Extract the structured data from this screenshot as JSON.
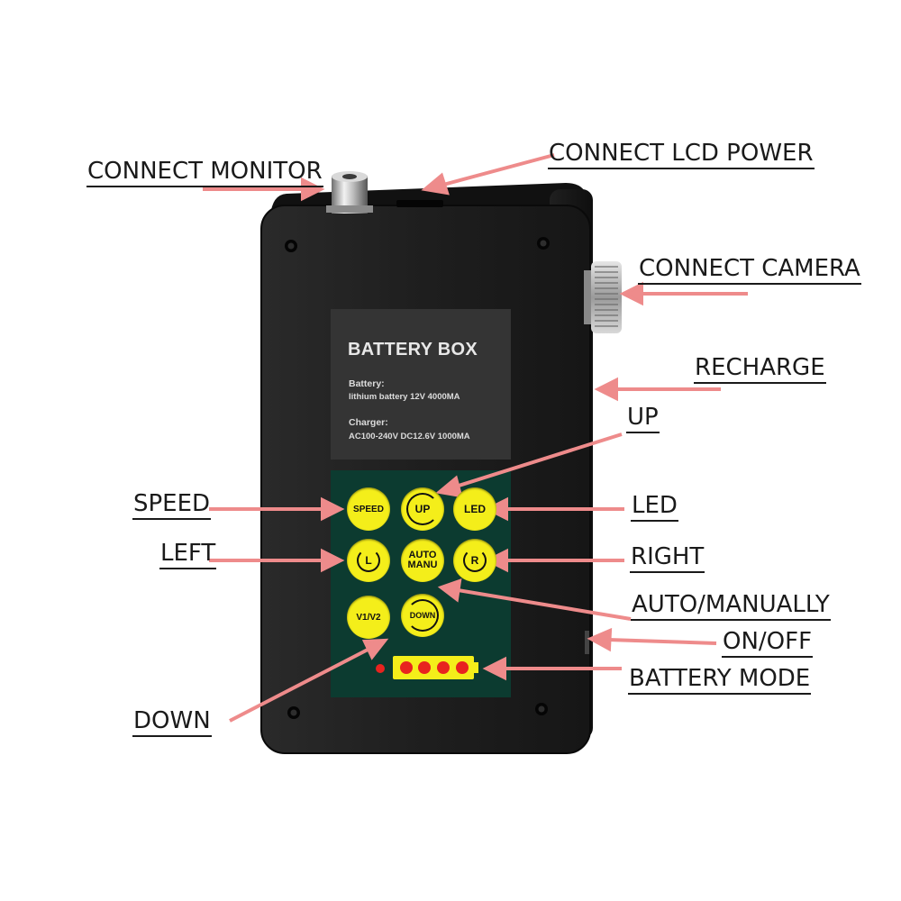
{
  "plate": {
    "title": "BATTERY BOX",
    "battery_heading": "Battery:",
    "battery_spec": "lithium battery  12V 4000MA",
    "charger_heading": "Charger:",
    "charger_spec": "AC100-240V DC12.6V 1000MA"
  },
  "buttons": {
    "speed": "SPEED",
    "up": "UP",
    "led": "LED",
    "left": "L",
    "auto_line1": "AUTO",
    "auto_line2": "MANU",
    "right": "R",
    "v1v2": "V1/V2",
    "down": "DOWN"
  },
  "callouts": {
    "connect_monitor": "CONNECT MONITOR",
    "connect_lcd_power": "CONNECT LCD POWER",
    "connect_camera": "CONNECT CAMERA",
    "recharge": "RECHARGE",
    "up": "UP",
    "speed": "SPEED",
    "led": "LED",
    "left": "LEFT",
    "right": "RIGHT",
    "auto_manually": "AUTO/MANUALLY",
    "on_off": "ON/OFF",
    "battery_mode": "BATTERY MODE",
    "down": "DOWN"
  },
  "colors": {
    "arrow": "#ee8b8b",
    "button": "#f4ee1a",
    "panel": "#0c3b30",
    "body": "#1c1c1c",
    "led": "#e8231f"
  },
  "battery_indicator": {
    "segments": 4
  }
}
